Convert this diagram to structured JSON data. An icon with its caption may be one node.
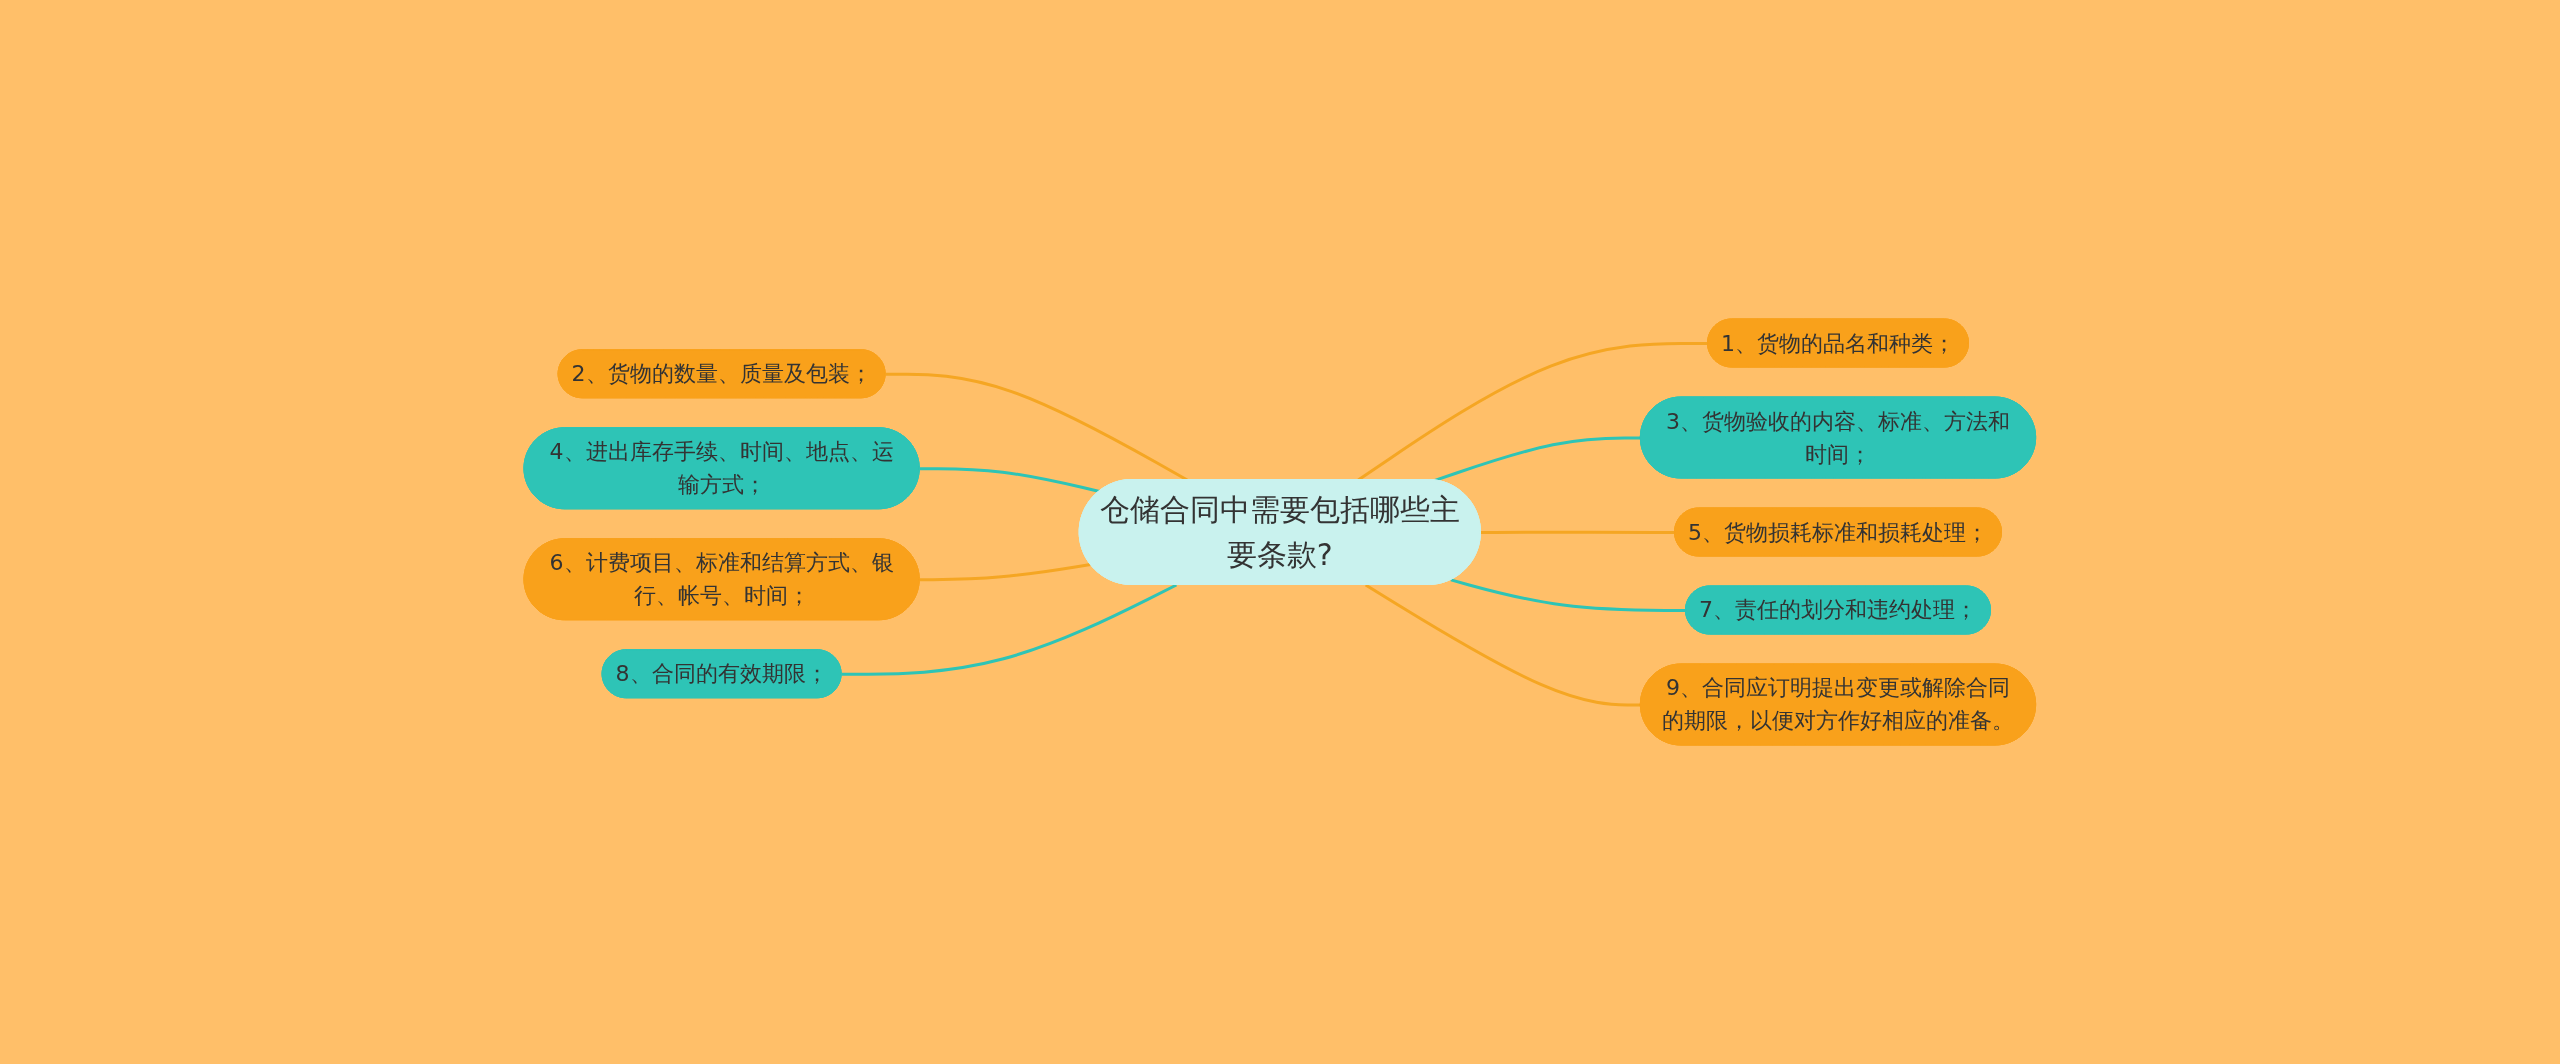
{
  "diagram": {
    "nodes": [
      {
        "text": [
          "仓储合同中需要包括哪些主要条款?"
        ]
      },
      {
        "text": [
          "1、货物的品名和种类；"
        ]
      },
      {
        "text": [
          "2、货物的数量、质量及包装；"
        ]
      },
      {
        "text": [
          "3、货物验收的内容、标准、方法和时间；"
        ]
      },
      {
        "text": [
          "4、进出库存手续、时间、地点、运输方式；"
        ]
      },
      {
        "text": [
          "5、货物损耗标准和损耗处理；"
        ]
      },
      {
        "text": [
          "6、计费项目、标准和结算方式、银行、帐号、时间；"
        ]
      },
      {
        "text": [
          "7、责任的划分和违约处理；"
        ]
      },
      {
        "text": [
          "8、合同的有效期限；"
        ]
      },
      {
        "text": [
          "9、合同应订明提出变更或解除合同的期限，以便对方作好相应的准备。"
        ]
      }
    ],
    "edges": [
      {
        "from": 0,
        "to": 1,
        "arrow": "none"
      },
      {
        "from": 2,
        "to": 0,
        "arrow": "none"
      },
      {
        "from": 0,
        "to": 3,
        "arrow": "none",
        "color": "#2ec4b6"
      },
      {
        "from": 4,
        "to": 0,
        "arrow": "none",
        "color": "#2ec4b6"
      },
      {
        "from": 0,
        "to": 5,
        "arrow": "none"
      },
      {
        "from": 6,
        "to": 0,
        "arrow": "none"
      },
      {
        "from": 0,
        "to": 7,
        "arrow": "none",
        "color": "#2ec4b6"
      },
      {
        "from": 8,
        "to": 0,
        "arrow": "none",
        "color": "#2ec4b6"
      },
      {
        "from": 0,
        "to": 9,
        "arrow": "none"
      }
    ]
  }
}
